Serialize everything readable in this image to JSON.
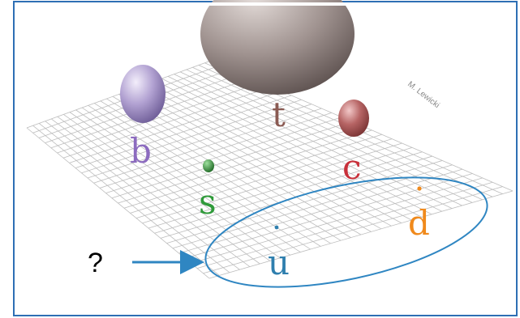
{
  "credit": "M. Lewicki",
  "question_mark": "?",
  "quarks": [
    {
      "label": "t",
      "color": "#8a5a52"
    },
    {
      "label": "b",
      "color": "#8c6bbf"
    },
    {
      "label": "c",
      "color": "#c8303a"
    },
    {
      "label": "s",
      "color": "#2f9a3a"
    },
    {
      "label": "u",
      "color": "#2f7fae"
    },
    {
      "label": "d",
      "color": "#f08a1c"
    }
  ],
  "colors": {
    "frame": "#2e6fb4",
    "grid": "#bdbdbd",
    "highlight": "#2f86c2"
  }
}
